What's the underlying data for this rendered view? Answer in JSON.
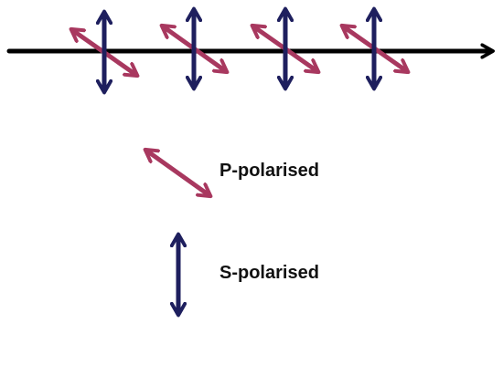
{
  "colors": {
    "propagation_axis": "#000000",
    "p_polarised": "#a8385f",
    "s_polarised": "#1e1f5e",
    "background": "#ffffff"
  },
  "legend": {
    "p_label": "P-polarised",
    "s_label": "S-polarised"
  },
  "wave": {
    "polarisation_pairs": 4,
    "axis_direction": "right"
  }
}
